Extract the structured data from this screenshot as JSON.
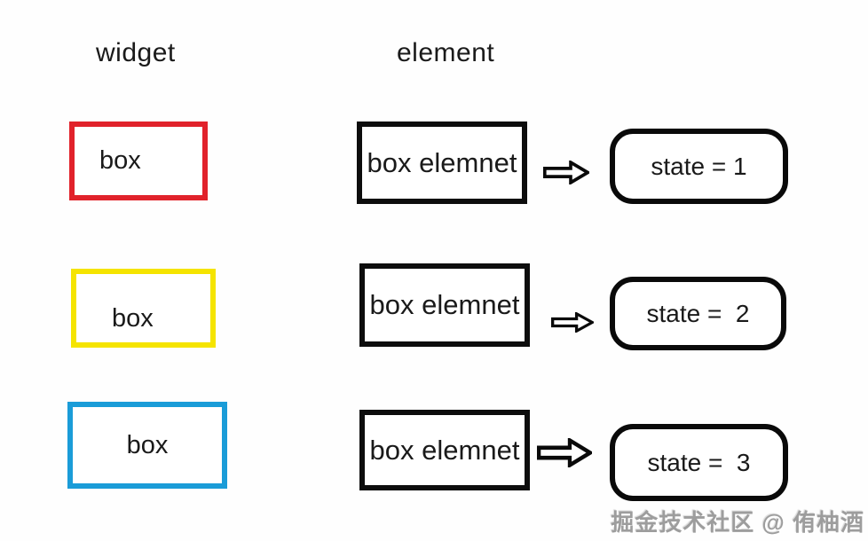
{
  "canvas": {
    "background": "#fefefe"
  },
  "columns": {
    "widget_header": "widget",
    "element_header": "element"
  },
  "colors": {
    "widget_red": "#e1222b",
    "widget_yellow": "#f5e400",
    "widget_blue": "#1a9cd8",
    "outline_black": "#0d0d0d",
    "watermark_gray": "#9d9d9d"
  },
  "rows": [
    {
      "widget_label": "box",
      "element_label": "box elemnet",
      "state_label": "state = 1"
    },
    {
      "widget_label": "box",
      "element_label": "box elemnet",
      "state_label": "state =  2"
    },
    {
      "widget_label": "box",
      "element_label": "box elemnet",
      "state_label": "state =  3"
    }
  ],
  "watermark": "掘金技术社区 @ 侑柚酒"
}
